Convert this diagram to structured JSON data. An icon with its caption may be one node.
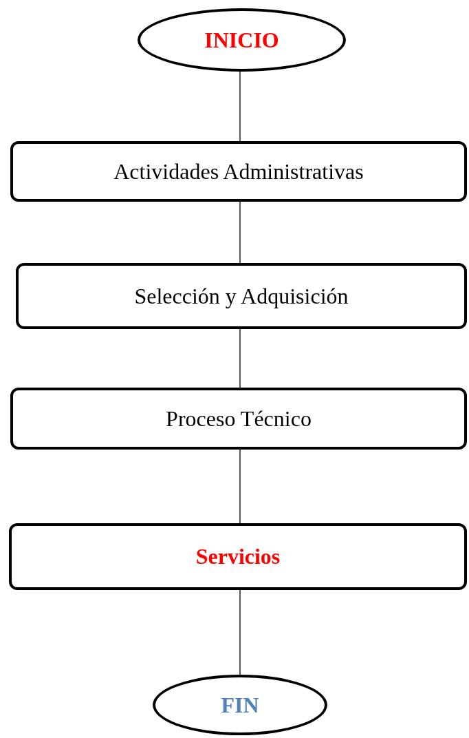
{
  "diagram": {
    "nodes": [
      {
        "text": [
          "INICIO"
        ]
      },
      {
        "text": [
          "Actividades Administrativas"
        ]
      },
      {
        "text": [
          "Selección y Adquisición"
        ]
      },
      {
        "text": [
          "Proceso Técnico"
        ]
      },
      {
        "text": [
          "Servicios"
        ]
      },
      {
        "text": [
          "FIN"
        ]
      }
    ],
    "edges": [
      {
        "from": 0,
        "to": 1,
        "arrow": "none"
      },
      {
        "from": 1,
        "to": 2,
        "arrow": "none"
      },
      {
        "from": 2,
        "to": 3,
        "arrow": "none"
      },
      {
        "from": 3,
        "to": 4,
        "arrow": "none"
      },
      {
        "from": 4,
        "to": 5,
        "arrow": "none"
      }
    ]
  }
}
